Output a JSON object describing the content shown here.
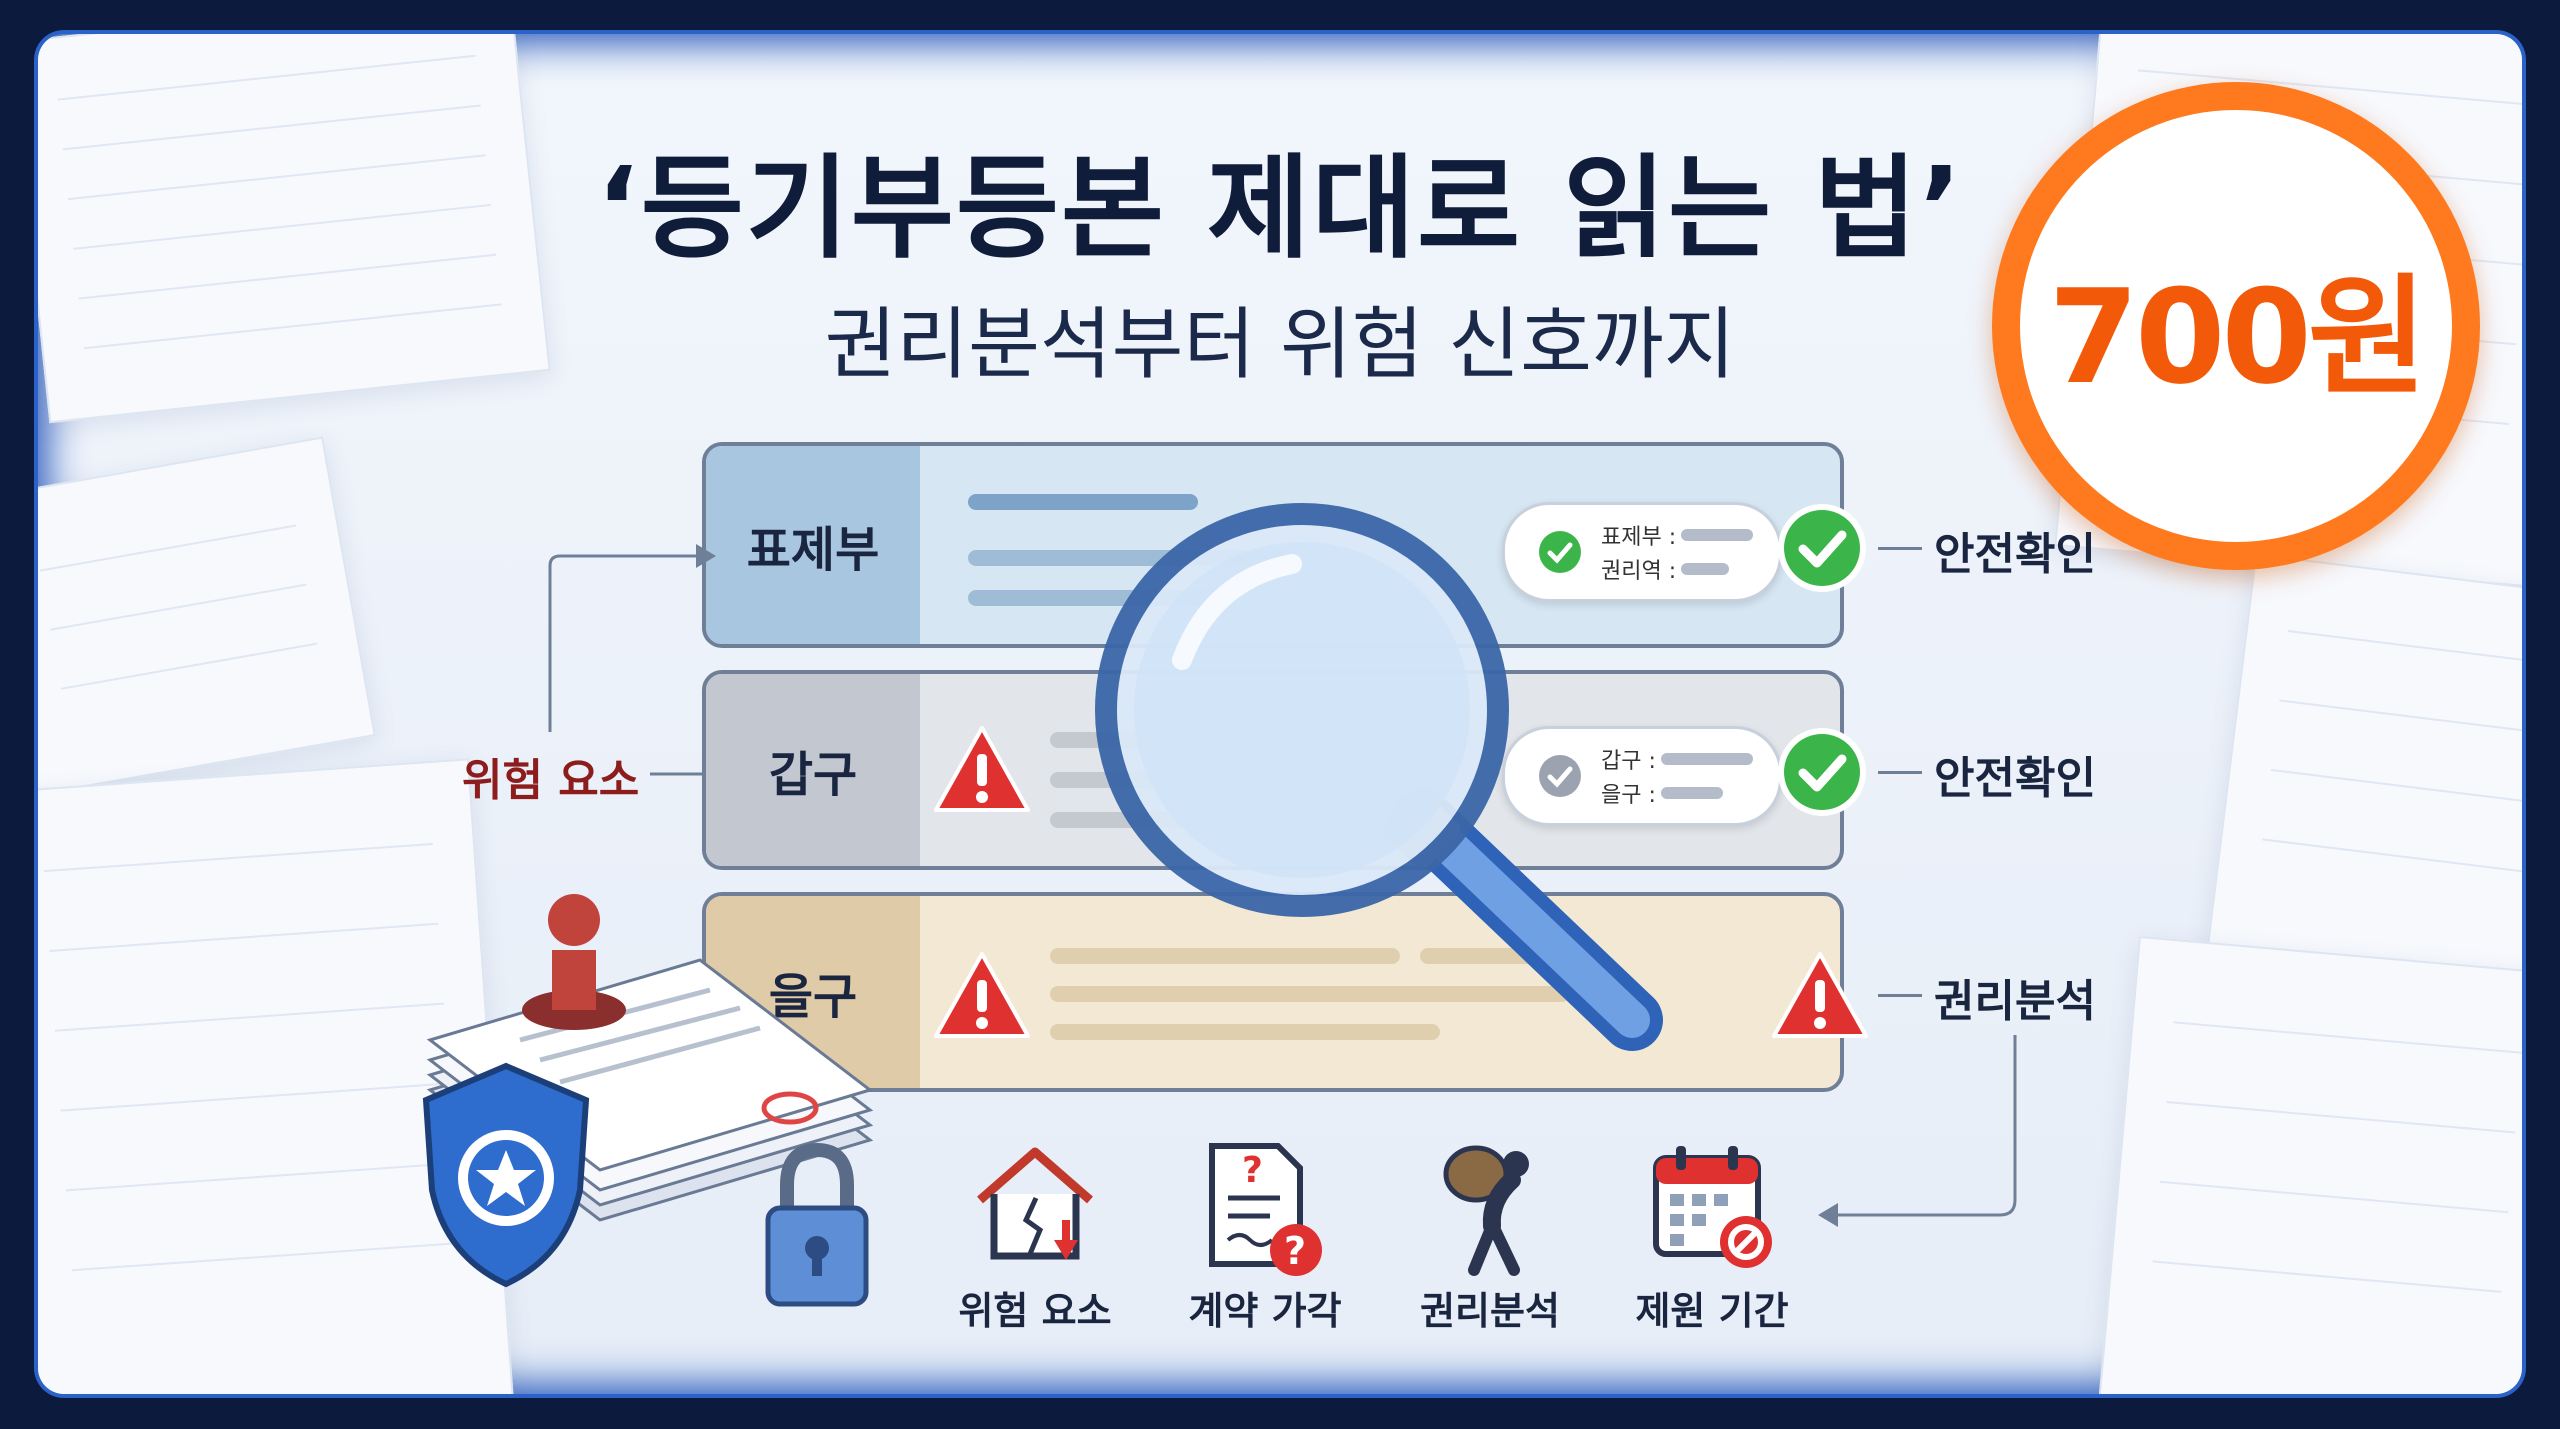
{
  "title": "‘등기부등본 제대로 읽는 법’",
  "subtitle": "권리분석부터 위험 신호까지",
  "price": "700원",
  "rows": [
    {
      "label": "표제부"
    },
    {
      "label": "갑구"
    },
    {
      "label": "을구"
    }
  ],
  "checks": [
    {
      "line1": "표제부 :",
      "line2": "권리역 :"
    },
    {
      "line1": "갑구 :",
      "line2": "을구 :"
    }
  ],
  "side_labels": {
    "row1": "안전확인",
    "row2": "안전확인",
    "row3": "권리분석",
    "left": "위험 요소"
  },
  "bottom_icons": [
    {
      "icon": "broken-house-icon",
      "label": "위험 요소"
    },
    {
      "icon": "contract-question-icon",
      "label": "계약 가각"
    },
    {
      "icon": "person-carrying-sack-icon",
      "label": "권리분석"
    },
    {
      "icon": "calendar-prohibited-icon",
      "label": "제원 기간"
    }
  ],
  "colors": {
    "accent_orange": "#ff7a1e",
    "row1_tint": "#d3e3f1",
    "row2_tint": "#dfe2e7",
    "row3_tint": "#efe4cf",
    "warning_red": "#e03131",
    "check_green": "#3bb54a"
  }
}
